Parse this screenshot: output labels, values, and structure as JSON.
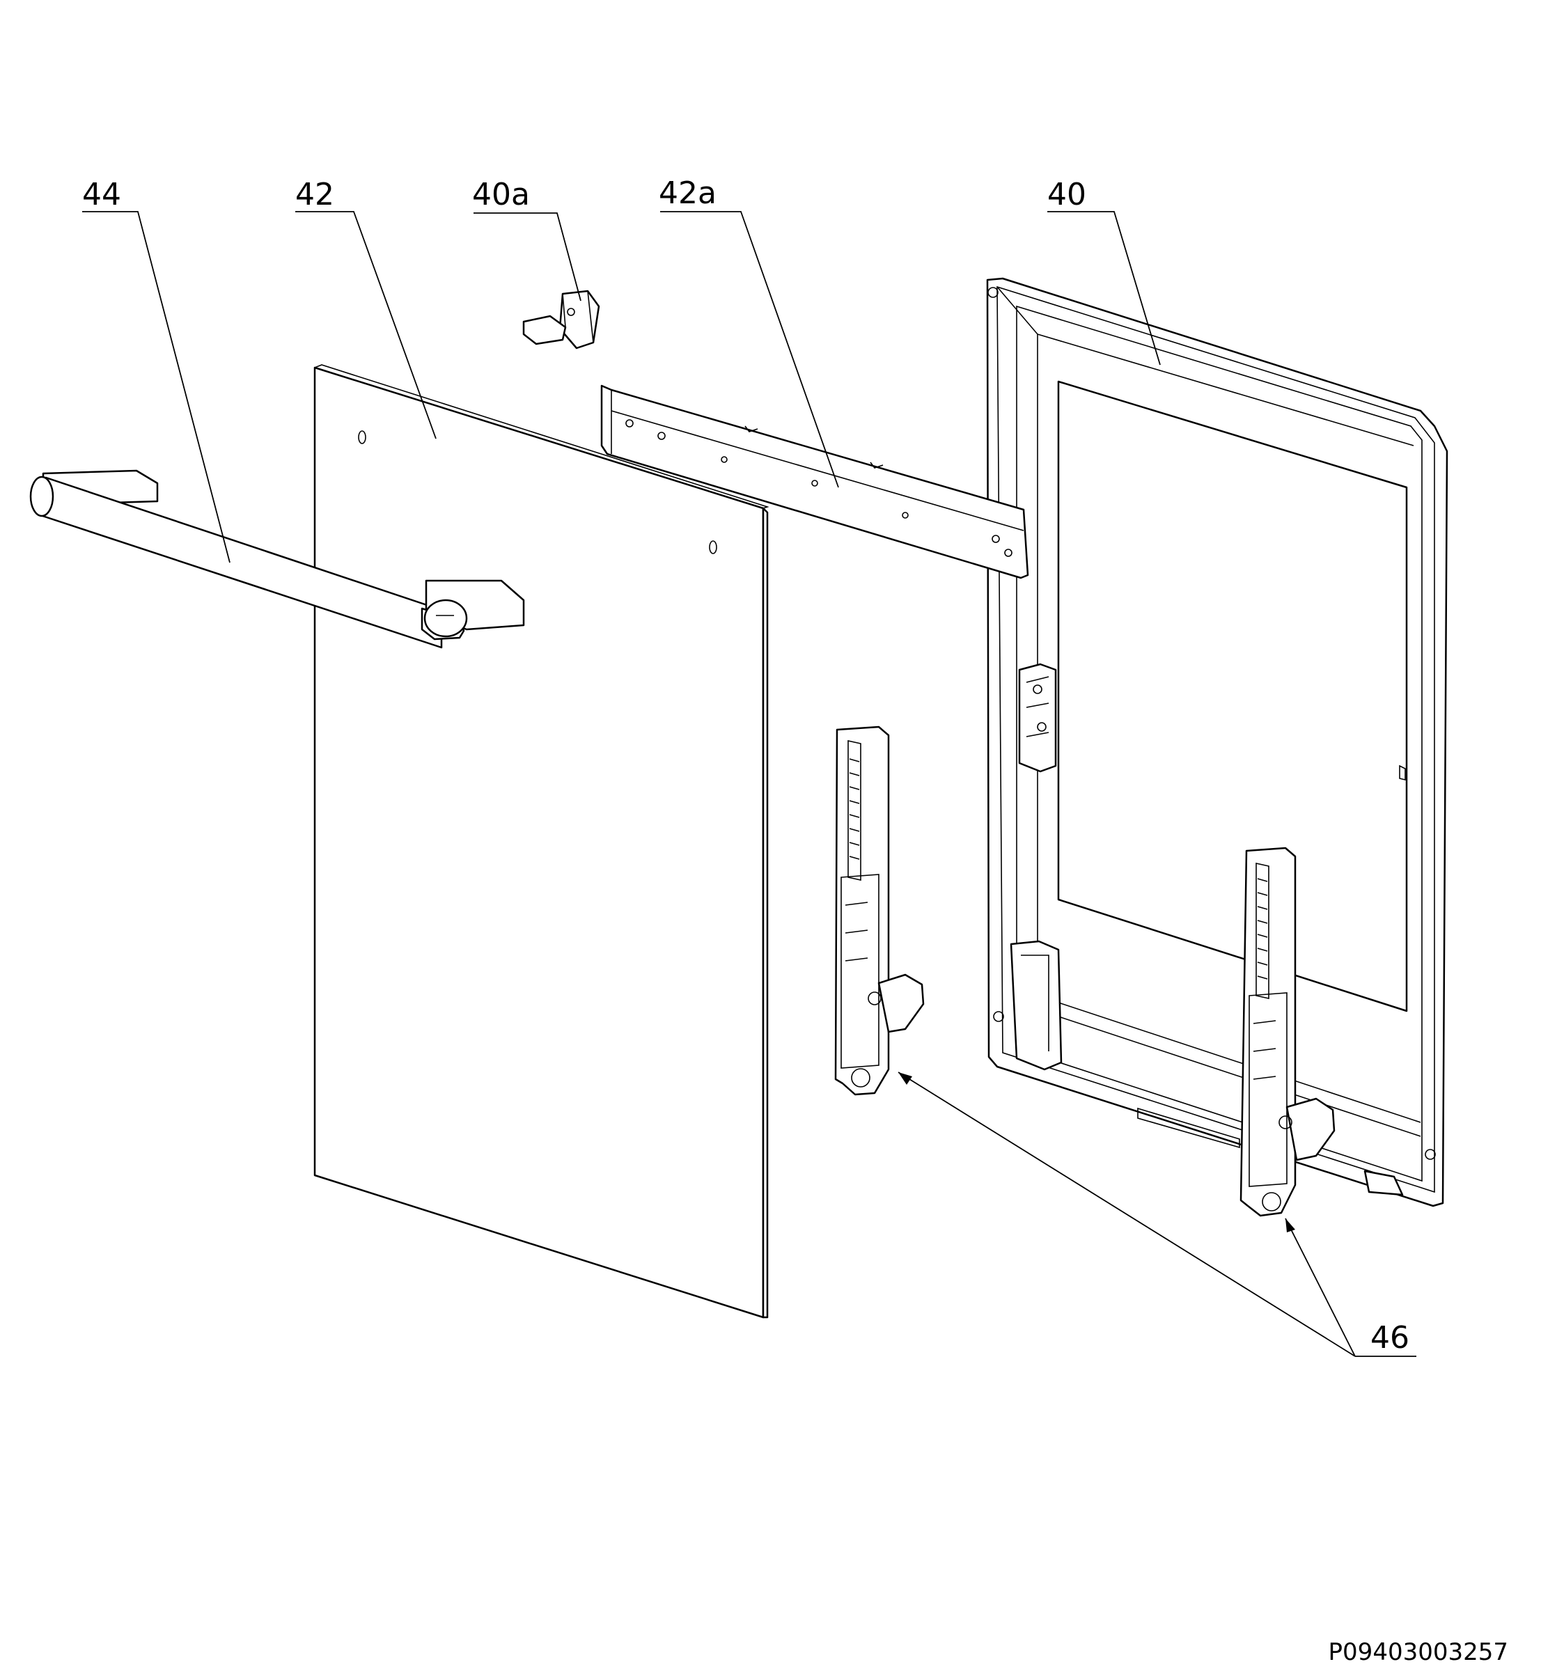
{
  "diagram": {
    "callouts": [
      {
        "id": "44",
        "label": "44"
      },
      {
        "id": "42",
        "label": "42"
      },
      {
        "id": "40a",
        "label": "40a"
      },
      {
        "id": "42a",
        "label": "42a"
      },
      {
        "id": "40",
        "label": "40"
      },
      {
        "id": "46",
        "label": "46"
      }
    ],
    "drawing_number": "P09403003257",
    "colors": {
      "line": "#000000",
      "background": "#ffffff"
    }
  }
}
